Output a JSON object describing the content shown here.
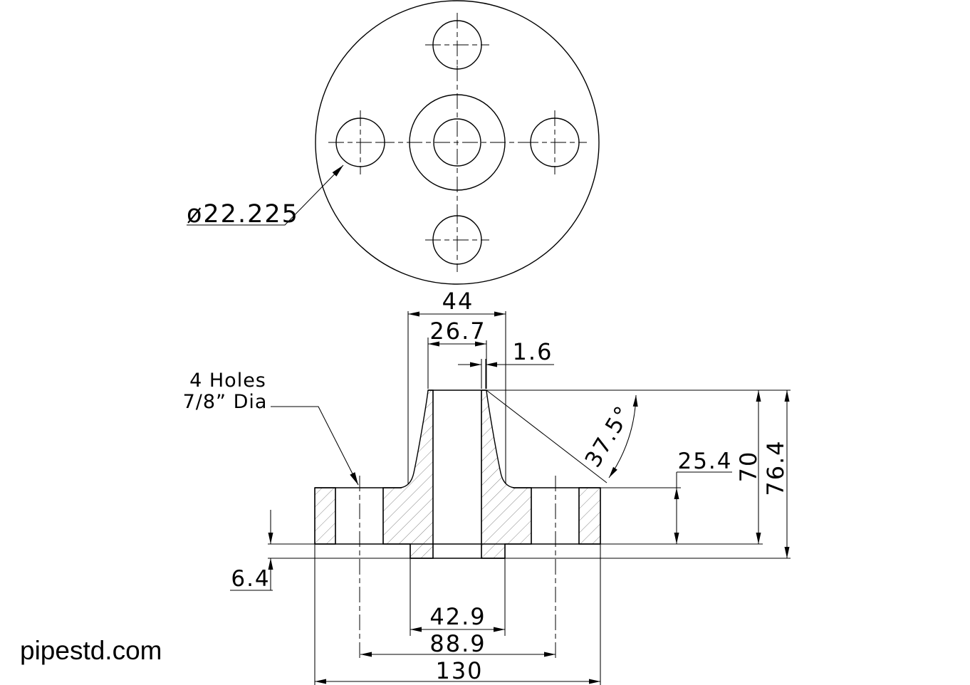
{
  "watermark": "pipestd.com",
  "drawing": {
    "type": "weld-neck-flange-engineering-drawing",
    "views": [
      "top-view",
      "section-view"
    ],
    "dimensions": {
      "bolt_hole_diameter": "ø22.225",
      "bolt_holes_note_line1": "4 Holes",
      "bolt_holes_note_line2": "7/8” Dia",
      "hub_base_diameter": "44",
      "weld_end_od": "26.7",
      "weld_end_wall": "1.6",
      "bevel_angle": "37.5°",
      "flange_thickness": "25.4",
      "hub_height": "70",
      "overall_height": "76.4",
      "raised_face_height": "6.4",
      "raised_face_diameter": "42.9",
      "bolt_circle_diameter": "88.9",
      "flange_od": "130"
    }
  }
}
